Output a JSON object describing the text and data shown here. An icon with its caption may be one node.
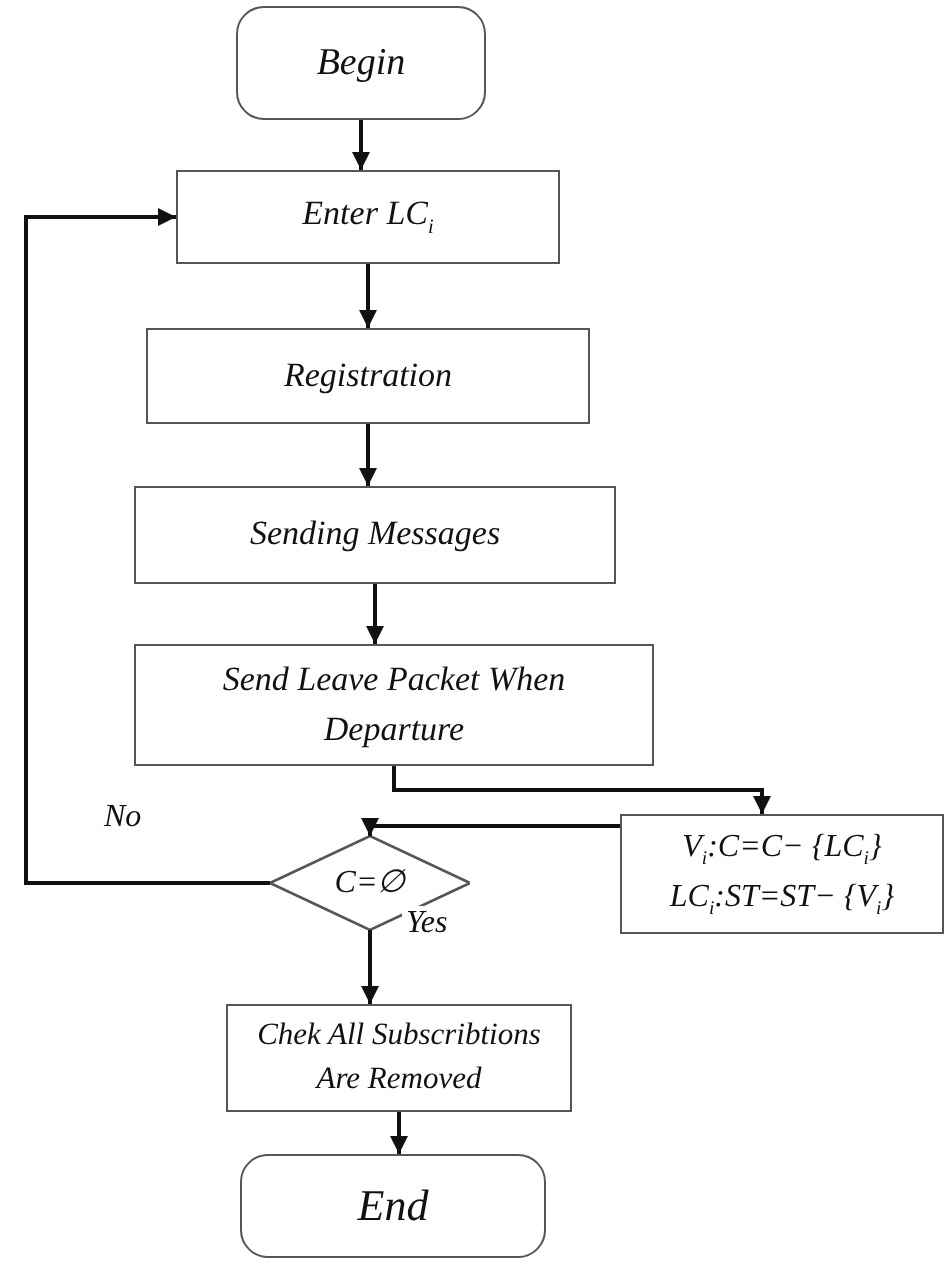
{
  "diagram": {
    "nodes": [
      {
        "text": [
          "Begin"
        ]
      },
      {
        "text": [
          "Enter LC$_{i}$"
        ]
      },
      {
        "text": [
          "Registration"
        ]
      },
      {
        "text": [
          "Sending Messages"
        ]
      },
      {
        "text": [
          "Send Leave Packet When Departure"
        ]
      },
      {
        "text": [
          "V$_{i}$:C=C− {LC$_{i}$}",
          "LC$_{i}$:ST=ST− {V$_{i}$}"
        ]
      },
      {
        "text": [
          "C=∅"
        ]
      },
      {
        "text": [
          "Chek All Subscribtions Are Removed"
        ]
      },
      {
        "text": [
          "End"
        ]
      }
    ],
    "edges": [
      {
        "from": 0,
        "to": 1,
        "arrow": "to"
      },
      {
        "from": 1,
        "to": 2,
        "arrow": "to"
      },
      {
        "from": 2,
        "to": 3,
        "arrow": "to"
      },
      {
        "from": 3,
        "to": 4,
        "arrow": "to"
      },
      {
        "from": 4,
        "to": 5,
        "arrow": "to"
      },
      {
        "from": 5,
        "to": 6,
        "arrow": "to"
      },
      {
        "from": 6,
        "to": 1,
        "arrow": "to",
        "label": "No"
      },
      {
        "from": 6,
        "to": 7,
        "arrow": "to",
        "label": "Yes"
      },
      {
        "from": 7,
        "to": 8,
        "arrow": "to"
      }
    ]
  }
}
